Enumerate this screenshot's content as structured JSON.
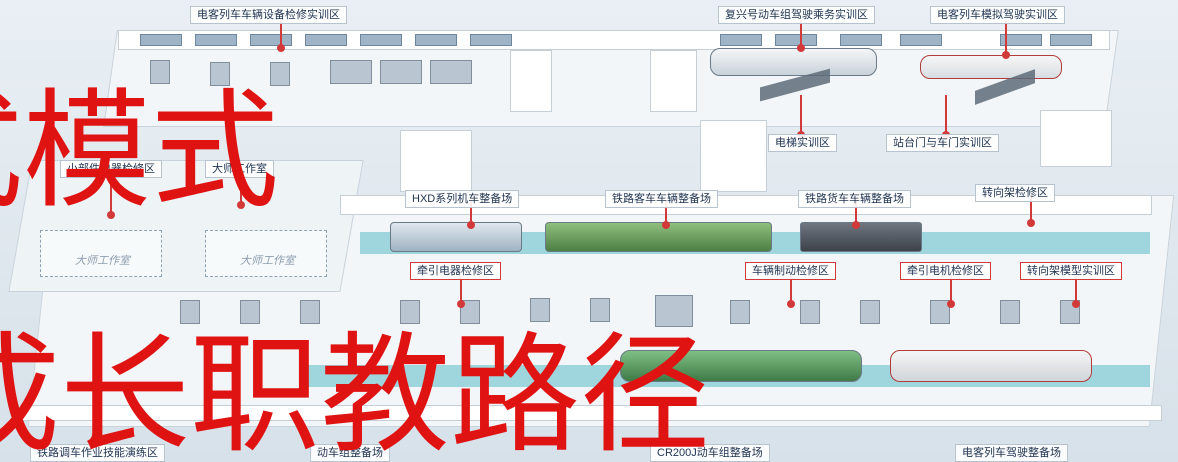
{
  "overlay": {
    "line1": "式模式",
    "line2": "成长职教路径"
  },
  "zones": {
    "top_left": "电客列车车辆设备检修实训区",
    "top_mid": "复兴号动车组驾驶乘务实训区",
    "top_right": "电客列车模拟驾驶实训区",
    "elevator": "电梯实训区",
    "platform_door": "站台门与车门实训区",
    "small_parts": "小部件电器检修区",
    "master_studio": "大师工作室",
    "master_room_a": "大师工作室",
    "master_room_b": "大师工作室",
    "hxd": "HXD系列机车整备场",
    "passenger_car": "铁路客车车辆整备场",
    "freight_car": "铁路货车车辆整备场",
    "bogie_repair": "转向架检修区",
    "traction_electric": "牵引电器检修区",
    "brake": "车辆制动检修区",
    "traction_motor": "牵引电机检修区",
    "bogie_model": "转向架模型实训区",
    "shunting": "铁路调车作业技能演练区",
    "emu_maint": "动车组整备场",
    "cr200j": "CR200J动车组整备场",
    "metro_driver": "电客列车驾驶整备场"
  },
  "colors": {
    "accent_red": "#e01313",
    "pin_red": "#d23a3a",
    "track_teal": "#8fd0d8"
  }
}
